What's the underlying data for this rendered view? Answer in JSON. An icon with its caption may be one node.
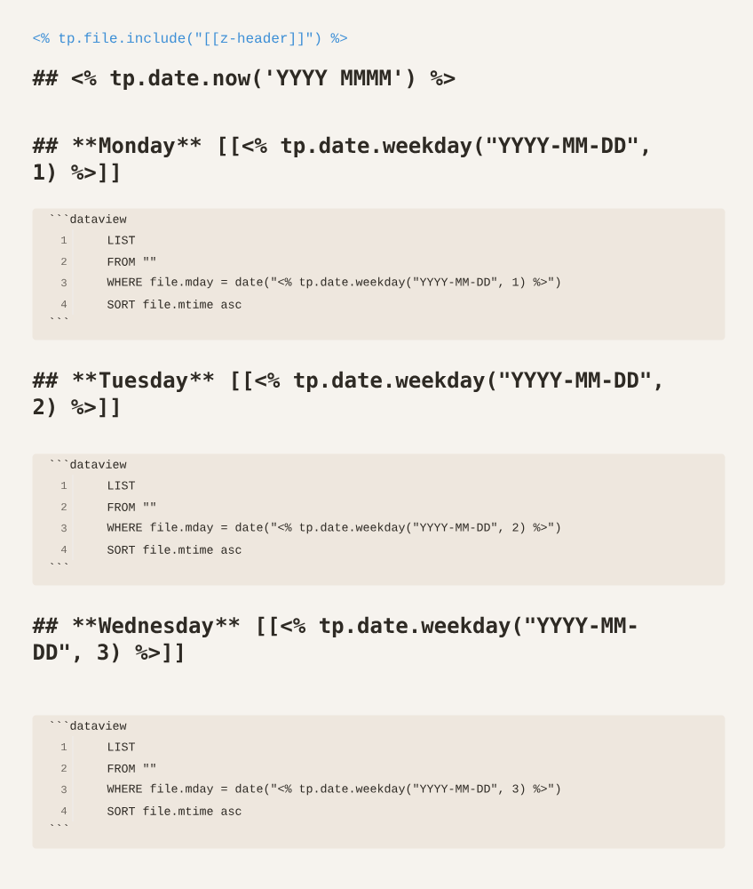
{
  "diagram": {
    "nodes": [
      {
        "text": [
          "```dataview",
          "1",
          "LIST",
          "2",
          "FROM \"\"",
          "3",
          "WHERE file.mday = date(\"<% tp.date.weekday(\"YYYY-MM-DD\", 1) %>\")",
          "4",
          "SORT file.mtime asc",
          "```"
        ]
      },
      {
        "text": [
          "```dataview",
          "1",
          "LIST",
          "2",
          "FROM \"\"",
          "3",
          "WHERE file.mday = date(\"<% tp.date.weekday(\"YYYY-MM-DD\", 2) %>\")",
          "4",
          "SORT file.mtime asc",
          "```"
        ]
      },
      {
        "text": [
          "```dataview",
          "1",
          "LIST",
          "2",
          "FROM \"\"",
          "3",
          "WHERE file.mday = date(\"<% tp.date.weekday(\"YYYY-MM-DD\", 3) %>\")",
          "4",
          "SORT file.mtime asc",
          "```"
        ]
      }
    ],
    "labels": [
      "<% tp.file.include(\"[[z-header]]\") %>",
      "## <% tp.date.now('YYYY MMMM') %>",
      "##",
      "**",
      "Monday",
      "**",
      "[[<% tp.date.weekday(\"YYYY-MM-DD\",",
      "1) %>]]",
      "##",
      "**",
      "Tuesday",
      "**",
      "[[<% tp.date.weekday(\"YYYY-MM-DD\",",
      "2) %>]]",
      "##",
      "**",
      "Wednesday",
      "**",
      "[[<% tp.date.weekday(\"YYYY-MM-",
      "DD\", 3) %>]]"
    ]
  }
}
